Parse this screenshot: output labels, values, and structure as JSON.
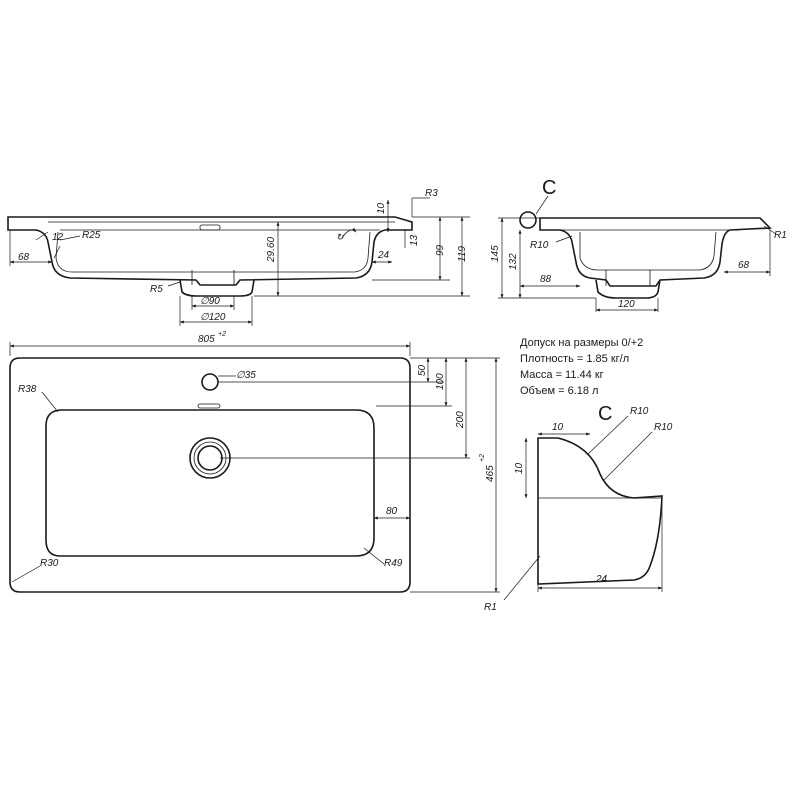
{
  "notes": [
    "Допуск на размеры 0/+2",
    "Плотность = 1.85 кг/л",
    "Масса = 11.44 кг",
    "Объем = 6.18 л"
  ],
  "callouts": {
    "detail": "C",
    "detail_ref": "C"
  },
  "side_view": {
    "r3": "R3",
    "d10": "10",
    "d13": "13",
    "d24": "24",
    "d99": "99",
    "d119": "119",
    "d12": "12",
    "r25": "R25",
    "d68": "68",
    "r5": "R5",
    "d29_60": "29.60",
    "phi90": "∅90",
    "phi120": "∅120"
  },
  "end_view": {
    "d145": "145",
    "d132": "132",
    "r10": "R10",
    "d88": "88",
    "d120": "120",
    "r1": "R1",
    "d68": "68"
  },
  "plan_view": {
    "d805": "805",
    "d805_tol": "+2",
    "phi35": "∅35",
    "r38": "R38",
    "d50": "50",
    "d100": "100",
    "d200": "200",
    "d465": "465",
    "d465_tol": "+2",
    "d80": "80",
    "r30": "R30",
    "r49": "R49",
    "r1": "R1"
  },
  "detail_view": {
    "r10a": "R10",
    "r10b": "R10",
    "d10a": "10",
    "d10b": "10",
    "d24": "24"
  }
}
